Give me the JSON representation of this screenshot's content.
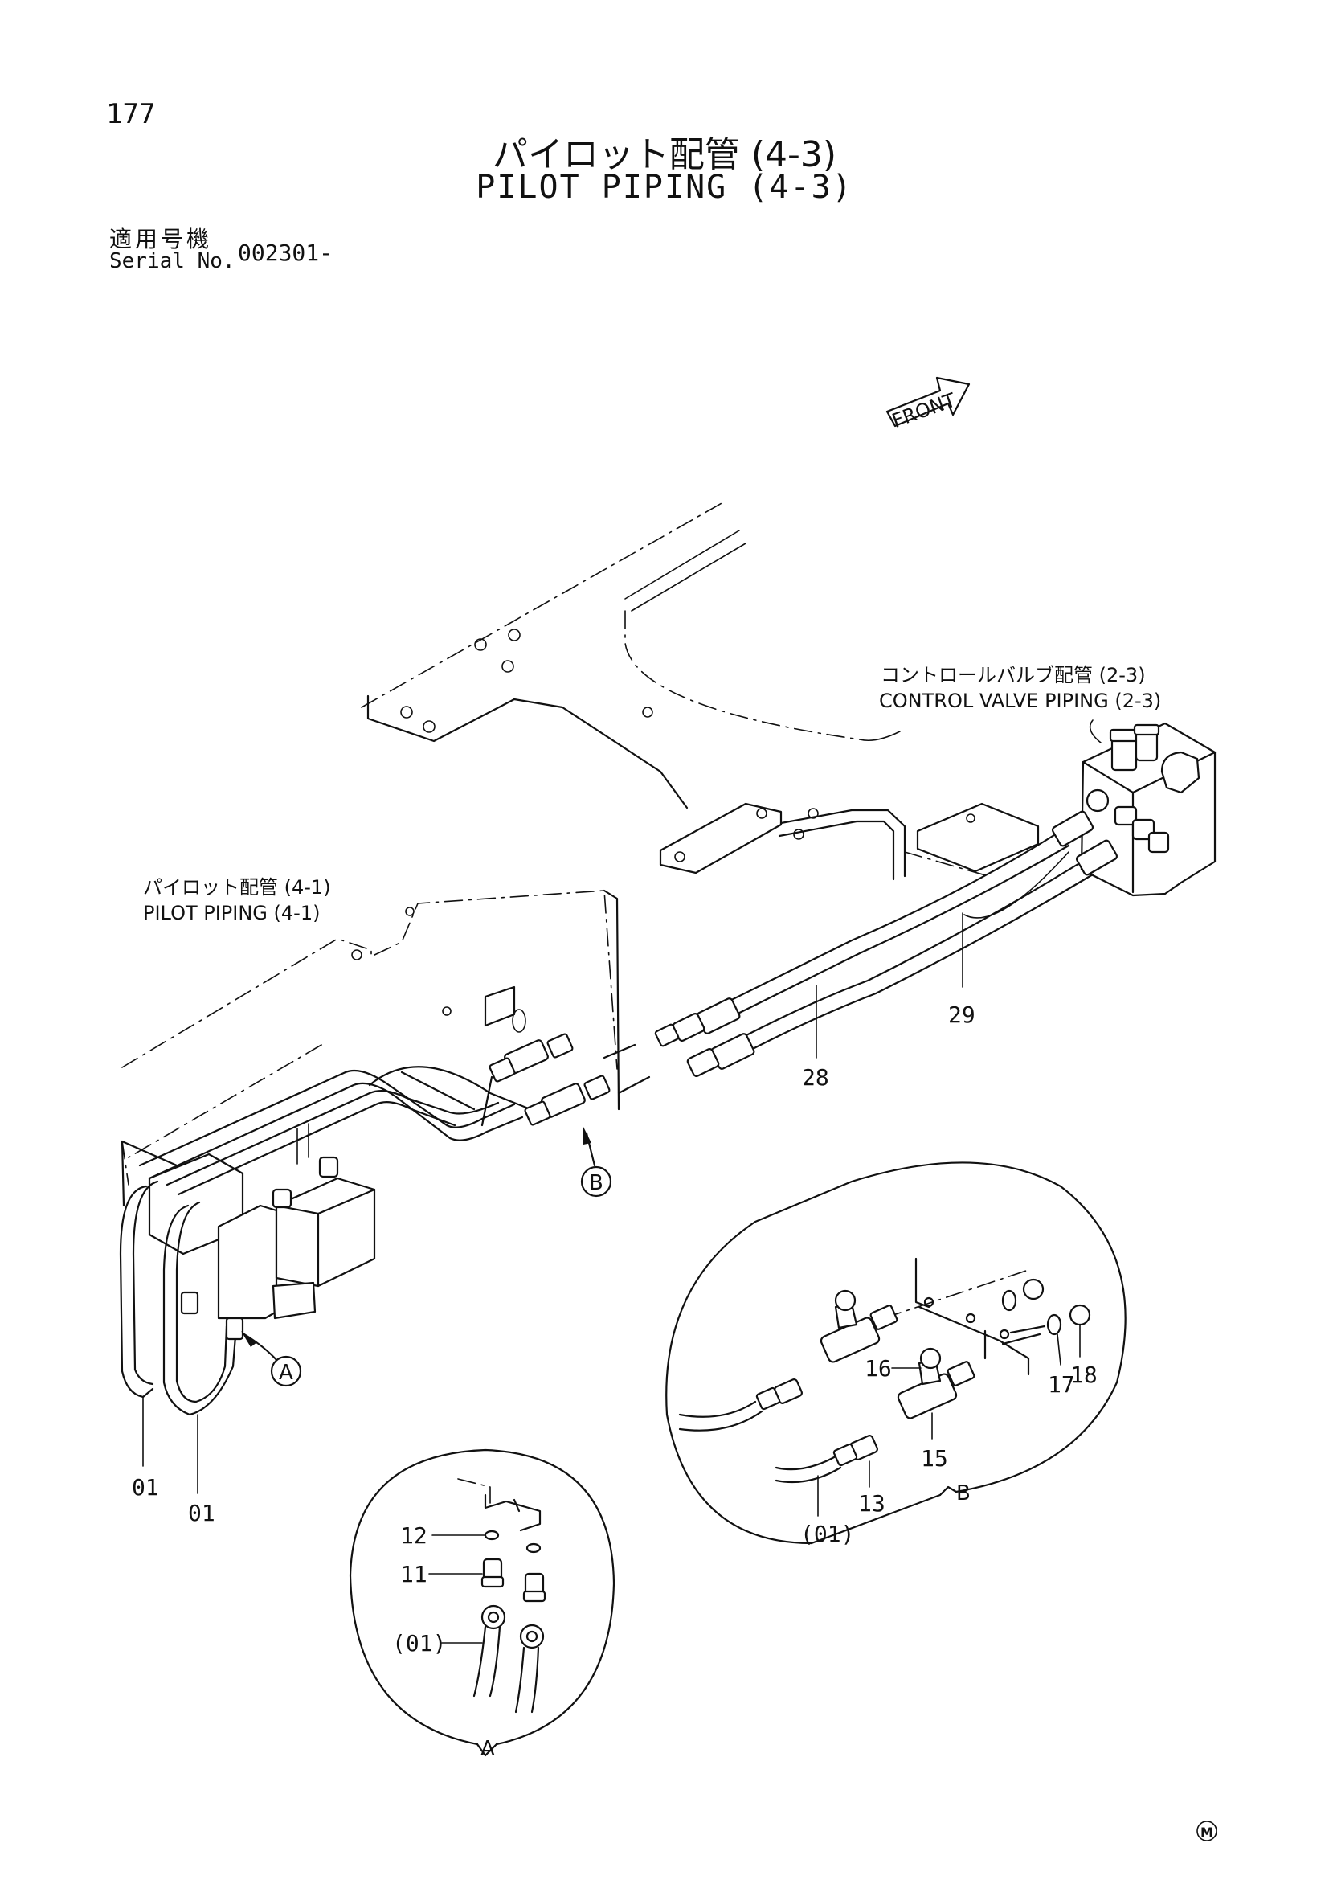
{
  "page": {
    "number": "177",
    "title_jp": "パイロット配管 (4-3)",
    "title_en": "PILOT PIPING (4-3)",
    "serial_label_jp": "適用号機",
    "serial_label_en": "Serial No.",
    "serial_value": "002301-"
  },
  "labels": {
    "front": "FRONT",
    "control_valve_jp": "コントロールバルブ配管 (2-3)",
    "control_valve_en": "CONTROL VALVE PIPING (2-3)",
    "pilot_4_1_jp": "パイロット配管 (4-1)",
    "pilot_4_1_en": "PILOT PIPING (4-1)",
    "mark": "M"
  },
  "callouts": {
    "a": "A",
    "b": "B",
    "detail_a": "A",
    "detail_b": "B"
  },
  "parts": {
    "p01_left": "01",
    "p01_right": "01",
    "p11": "11",
    "p12": "12",
    "p01_detail_a": "(01)",
    "p13": "13",
    "p15": "15",
    "p16": "16",
    "p17": "17",
    "p18": "18",
    "p01_detail_b": "(01)",
    "p28": "28",
    "p29": "29"
  }
}
